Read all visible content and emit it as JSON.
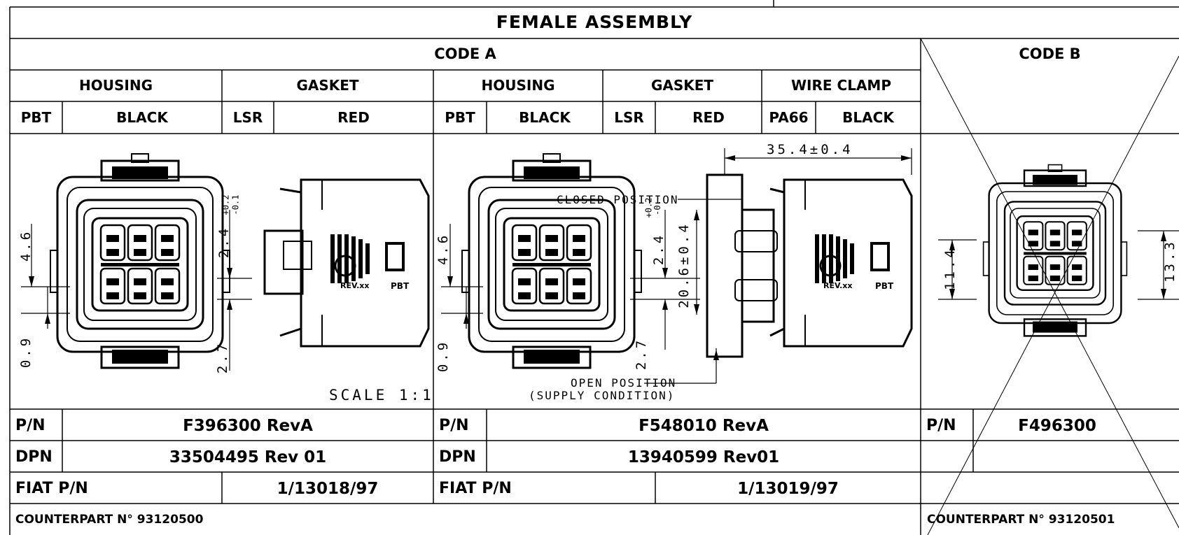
{
  "title": "FEMALE ASSEMBLY",
  "code_a": {
    "header": "CODE A",
    "groups": [
      "HOUSING",
      "GASKET",
      "HOUSING",
      "GASKET",
      "WIRE CLAMP"
    ],
    "materials": [
      {
        "code": "PBT",
        "color": "BLACK"
      },
      {
        "code": "LSR",
        "color": "RED"
      },
      {
        "code": "PBT",
        "color": "BLACK"
      },
      {
        "code": "LSR",
        "color": "RED"
      },
      {
        "code": "PA66",
        "color": "BLACK"
      }
    ],
    "scale": "SCALE 1:1",
    "left_part": {
      "pn_label": "P/N",
      "pn": "F396300 RevA",
      "dpn_label": "DPN",
      "dpn": "33504495 Rev 01",
      "fiat_label": "FIAT P/N",
      "fiat": "1/13018/97"
    },
    "right_part": {
      "pn_label": "P/N",
      "pn": "F548010 RevA",
      "dpn_label": "DPN",
      "dpn": "13940599 Rev01",
      "fiat_label": "FIAT P/N",
      "fiat": "1/13019/97"
    },
    "counterpart": "COUNTERPART N° 93120500"
  },
  "code_b": {
    "header": "CODE B",
    "pn_label": "P/N",
    "pn": "F496300",
    "counterpart": "COUNTERPART N° 93120501"
  },
  "drawing": {
    "dims": {
      "d46_left": "4.6",
      "d09_left": "0.9",
      "d24_left": "2.4",
      "tol_plus_left": "+0.2",
      "tol_minus_left": "-0.1",
      "d27_left": "2.7",
      "d46_mid": "4.6",
      "d09_mid": "0.9",
      "d24_mid": "2.4",
      "tol_plus_mid": "+0.2",
      "tol_minus_mid": "-0.",
      "d27_mid": "2.7",
      "d354": "35.4±0.4",
      "d206": "20.6±0.4",
      "d114": "11.4",
      "d133": "13.3"
    },
    "closed_position": "CLOSED POSITION",
    "open_position": "OPEN POSITION",
    "supply_condition": "(SUPPLY CONDITION)",
    "rev_marking": "REV.xx",
    "material_marking": "PBT"
  }
}
